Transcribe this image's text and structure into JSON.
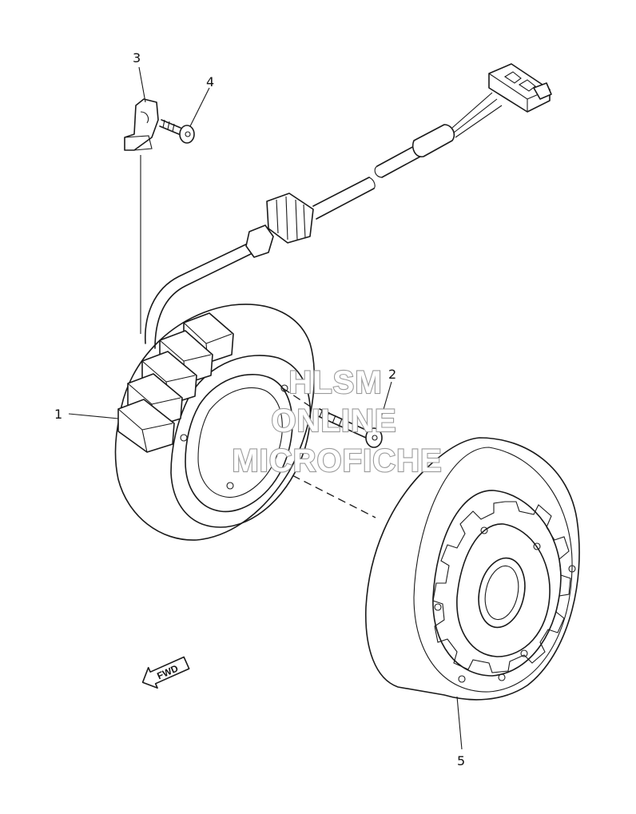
{
  "callouts": [
    {
      "id": "1",
      "label": "1"
    },
    {
      "id": "2",
      "label": "2"
    },
    {
      "id": "3",
      "label": "3"
    },
    {
      "id": "4",
      "label": "4"
    },
    {
      "id": "5",
      "label": "5"
    }
  ],
  "watermark": {
    "line1": "HLSM",
    "line2": "ONLINE",
    "line3": "MICROFICHE"
  },
  "direction_arrow": {
    "label": "FWD"
  }
}
